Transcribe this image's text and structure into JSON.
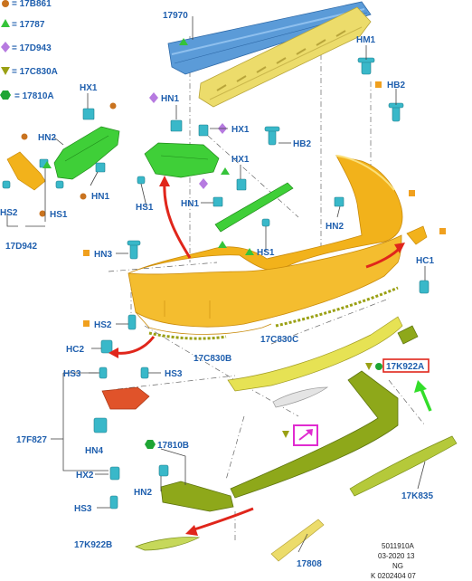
{
  "legend": [
    {
      "marker": "dot",
      "color": "#c9731f",
      "text": "= 17B861"
    },
    {
      "marker": "triangle",
      "color": "#35c33a",
      "text": "= 17787"
    },
    {
      "marker": "diamond",
      "color": "#b67ae0",
      "text": "= 17D943"
    },
    {
      "marker": "triangle-down",
      "color": "#9aa014",
      "text": "= 17C830A"
    },
    {
      "marker": "hexagon",
      "color": "#1ea534",
      "text": "= 17810A"
    }
  ],
  "callouts": {
    "c17970": "17970",
    "hm1": "HM1",
    "hb2_top": "HB2",
    "hb2_mid": "HB2",
    "hx1_left": "HX1",
    "hn2_left": "HN2",
    "hn1_left": "HN1",
    "hs2": "HS2",
    "hs1_left": "HS1",
    "c17d942": "17D942",
    "hn1_mid": "HN1",
    "hx1_mid": "HX1",
    "hs1_mid": "HS1",
    "hx1_right": "HX1",
    "hn1_right": "HN1",
    "hs1_right": "HS1",
    "hn2_right": "HN2",
    "hn3": "HN3",
    "hc1": "HC1",
    "hs2_mid": "HS2",
    "hc2": "HC2",
    "c17c830c": "17C830C",
    "c17c830b": "17C830B",
    "c17k922a": "17K922A",
    "hs3_left": "HS3",
    "hs3_right": "HS3",
    "c17f827": "17F827",
    "hn4": "HN4",
    "hx2": "HX2",
    "hs3_bottom": "HS3",
    "c17810b": "17810B",
    "hn2_bottom": "HN2",
    "c17k922b": "17K922B",
    "c17808": "17808",
    "c17k835": "17K835"
  },
  "info_block": {
    "line1": "5011910A",
    "line2": "03-2020 13",
    "line3": "NG",
    "line4": "K 0202404 07"
  },
  "colors": {
    "label_blue": "#1f5fae",
    "bumper_orange": "#f2b21b",
    "bracket_green": "#3fcf38",
    "reinforcement_blue": "#5b9bd8",
    "absorber_yellow": "#ecdc6b",
    "trim_olive": "#8ea81a",
    "reflector_red": "#e0532a",
    "arrow_red": "#e0261b",
    "highlight_red": "#e0261b",
    "magenta_box": "#e02bd0",
    "pointer_green": "#33dd2a"
  }
}
